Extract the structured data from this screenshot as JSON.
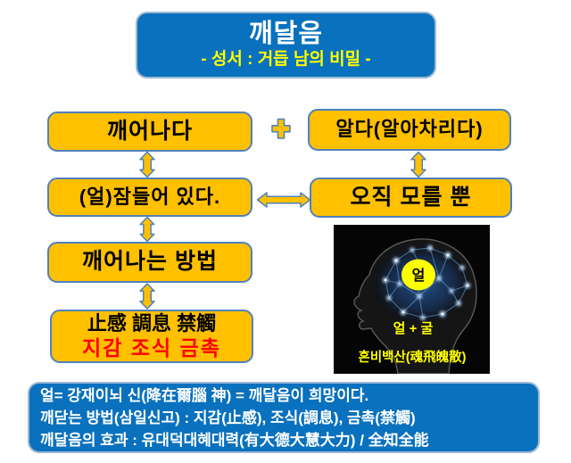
{
  "title": {
    "main": "깨달음",
    "subtitle": "- 성서 : 거듭 남의 비밀 -"
  },
  "left_column": {
    "box1": "깨어나다",
    "box2": "(얼)잠들어 있다.",
    "box3": "깨어나는 방법",
    "box4_line1": "止感 調息 禁觸",
    "box4_line2": "지감 조식 금촉"
  },
  "right_column": {
    "plus_symbol": "+",
    "box1": "알다(알아차리다)",
    "box2": "오직 모를 뿐"
  },
  "brain_image": {
    "label_circle": "얼",
    "label_middle": "얼 + 굴",
    "label_bottom": "혼비백산(魂飛魄散)"
  },
  "footer": {
    "line1": "얼= 강재이뇌 신(降在爾腦 神) = 깨달음이 희망이다.",
    "line2": "깨닫는 방법(삼일신고) : 지감(止感), 조식(調息), 금촉(禁觸)",
    "line3": "깨달음의 효과 : 유대덕대혜대력(有大德大慧大力) / 全知全能"
  },
  "colors": {
    "blue_fill": "#0971BE",
    "blue_border": "#9DB8D2",
    "orange_fill": "#FFC000",
    "orange_border": "#4F81BD",
    "subtitle_yellow": "#FFFF00",
    "red_text": "#FF0000",
    "image_label_yellow": "#FFFF00"
  }
}
